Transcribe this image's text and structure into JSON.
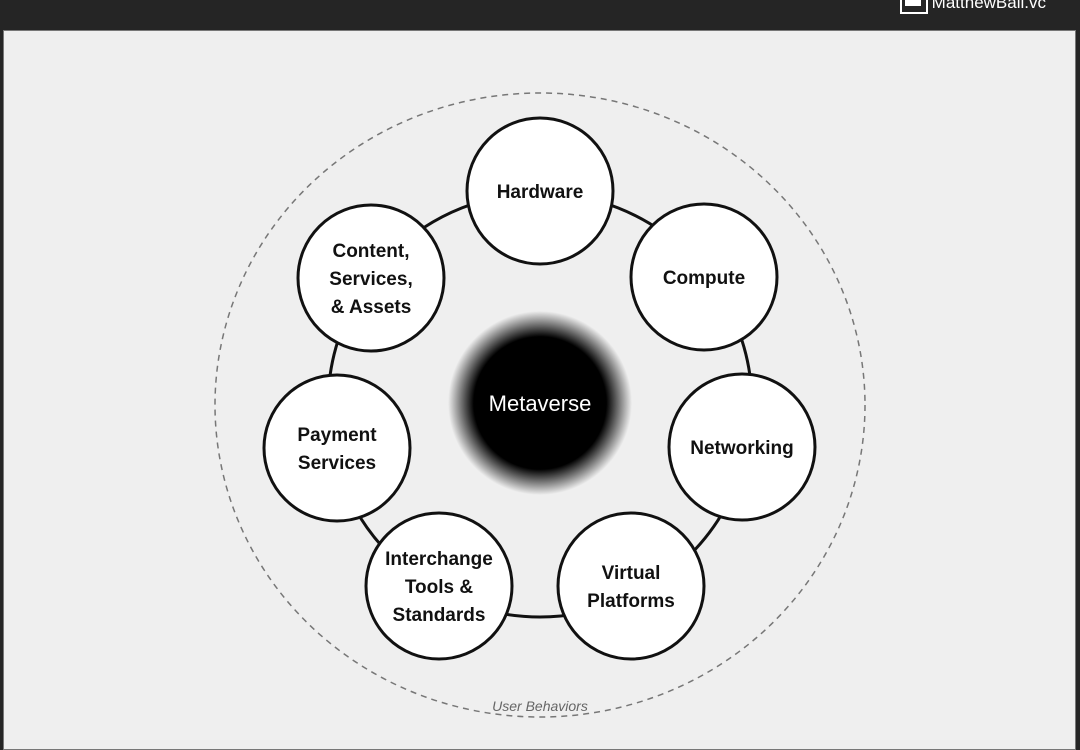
{
  "header": {
    "logo_text": "MatthewBall.vc"
  },
  "diagram": {
    "center_label": "Metaverse",
    "outer_label": "User Behaviors",
    "nodes": [
      {
        "lines": [
          "Hardware"
        ]
      },
      {
        "lines": [
          "Compute"
        ]
      },
      {
        "lines": [
          "Networking"
        ]
      },
      {
        "lines": [
          "Virtual",
          "Platforms"
        ]
      },
      {
        "lines": [
          "Interchange",
          "Tools &",
          "Standards"
        ]
      },
      {
        "lines": [
          "Payment",
          "Services"
        ]
      },
      {
        "lines": [
          "Content,",
          "Services,",
          "& Assets"
        ]
      }
    ]
  }
}
